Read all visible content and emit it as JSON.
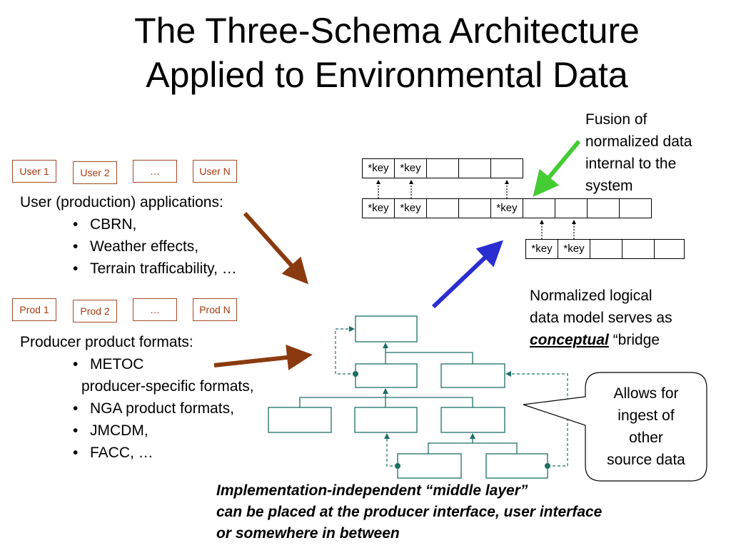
{
  "title": {
    "line1": "The Three-Schema Architecture",
    "line2": "Applied to Environmental Data"
  },
  "users": [
    "User 1",
    "User 2",
    "…",
    "User N"
  ],
  "user_apps": {
    "heading": "User (production) applications:",
    "items": [
      "CBRN,",
      "Weather effects,",
      "Terrain trafficability, …"
    ]
  },
  "producers": [
    "Prod 1",
    "Prod 2",
    "…",
    "Prod N"
  ],
  "producer_formats": {
    "heading": "Producer product formats:",
    "items": [
      {
        "line1": "METOC",
        "line2": "producer-specific formats,"
      },
      {
        "line1": "NGA product formats,"
      },
      {
        "line1": "JMCDM,"
      },
      {
        "line1": "FACC, …"
      }
    ]
  },
  "key_table": {
    "row1": [
      "*key",
      "*key",
      "",
      "",
      ""
    ],
    "row2": [
      "*key",
      "*key",
      "",
      "",
      "*key",
      "",
      "",
      "",
      ""
    ],
    "row3": [
      "*key",
      "*key",
      "",
      "",
      ""
    ]
  },
  "fusion_note": {
    "line1": "Fusion of",
    "line2": "normalized data",
    "line3": "internal to the",
    "line4": "system"
  },
  "normalized_note": {
    "line1": "Normalized logical",
    "line2": "data model serves as",
    "emphasis": "conceptual",
    "rest": " “bridge"
  },
  "callout": {
    "line1": "Allows for",
    "line2": "ingest of",
    "line3": "other",
    "line4": "source data"
  },
  "implementation_note": {
    "line1": "Implementation-independent “middle layer”",
    "line2": "can be placed at the producer interface, user interface",
    "line3": "or somewhere in between"
  },
  "colors": {
    "box_border": "#a84a2a",
    "box_text": "#a8380e",
    "brown_arrow": "#8b3a10",
    "blue_arrow": "#2a2ed0",
    "green_arrow": "#44cc33",
    "teal": "#1d6f66"
  }
}
